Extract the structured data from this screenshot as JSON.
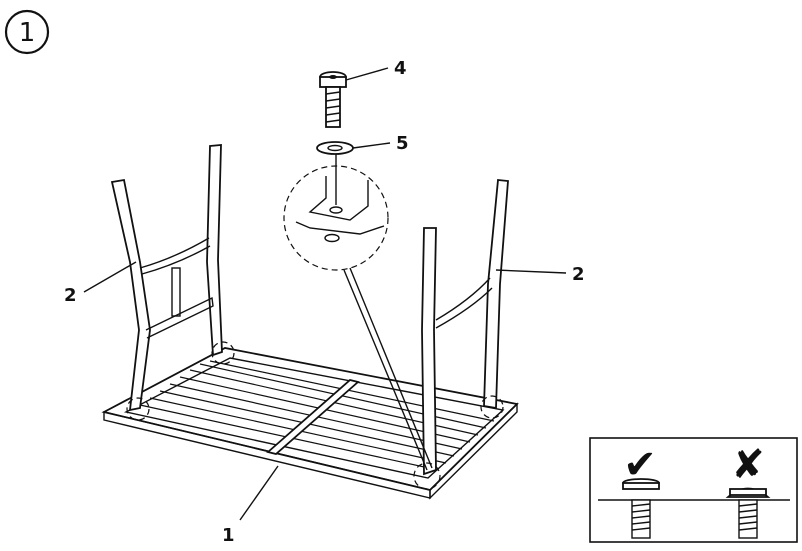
{
  "step": {
    "number": "1"
  },
  "callouts": {
    "frame": "1",
    "leg_left": "2",
    "leg_right": "2",
    "bolt": "4",
    "washer": "5"
  },
  "inset": {
    "correct_mark": "✔",
    "incorrect_mark": "✘"
  }
}
